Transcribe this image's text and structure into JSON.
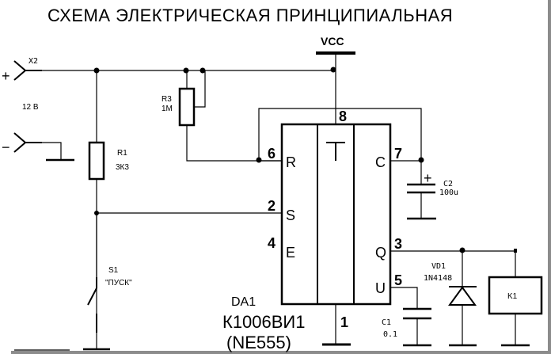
{
  "title": "СХЕМА ЭЛЕКТРИЧЕСКАЯ ПРИНЦИПИАЛЬНАЯ",
  "power": {
    "connector": "X2",
    "plus": "+",
    "minus": "−",
    "voltage": "12 В",
    "vcc": "VCC"
  },
  "components": {
    "r1": {
      "ref": "R1",
      "value": "3К3"
    },
    "r3": {
      "ref": "R3",
      "value": "1M"
    },
    "s1": {
      "ref": "S1",
      "value": "\"ПУСК\""
    },
    "c1": {
      "ref": "C1",
      "value": "0.1"
    },
    "c2": {
      "ref": "C2",
      "value": "100u",
      "polarity": "+"
    },
    "vd1": {
      "ref": "VD1",
      "value": "1N4148"
    },
    "k1": {
      "ref": "K1"
    },
    "da1": {
      "ref": "DA1",
      "part": "К1006ВИ1",
      "alt": "(NE555)"
    }
  },
  "ic": {
    "center_symbol": "T",
    "pins": [
      {
        "num": "6",
        "func": "R"
      },
      {
        "num": "2",
        "func": "S"
      },
      {
        "num": "4",
        "func": "E"
      },
      {
        "num": "8",
        "func": ""
      },
      {
        "num": "7",
        "func": "C"
      },
      {
        "num": "3",
        "func": "Q"
      },
      {
        "num": "5",
        "func": "U"
      },
      {
        "num": "1",
        "func": ""
      }
    ]
  }
}
